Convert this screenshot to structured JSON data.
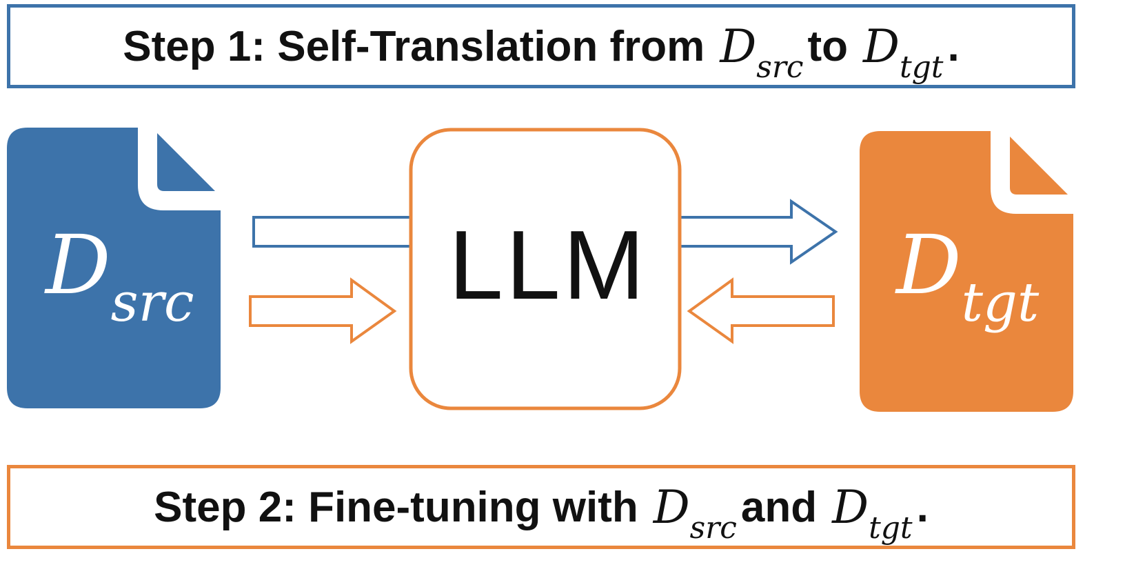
{
  "step1": {
    "prefix": "Step 1: Self-Translation from",
    "var1_main": "D",
    "var1_sub": "src",
    "connector": "to",
    "var2_main": "D",
    "var2_sub": "tgt",
    "suffix": "."
  },
  "step2": {
    "prefix": "Step 2: Fine-tuning with",
    "var1_main": "D",
    "var1_sub": "src",
    "connector": "and",
    "var2_main": "D",
    "var2_sub": "tgt",
    "suffix": "."
  },
  "source_doc": {
    "main": "D",
    "sub": "src"
  },
  "target_doc": {
    "main": "D",
    "sub": "tgt"
  },
  "model": {
    "label": "LLM"
  },
  "colors": {
    "blue": "#3D73AA",
    "orange": "#EA873D",
    "text": "#111111"
  }
}
